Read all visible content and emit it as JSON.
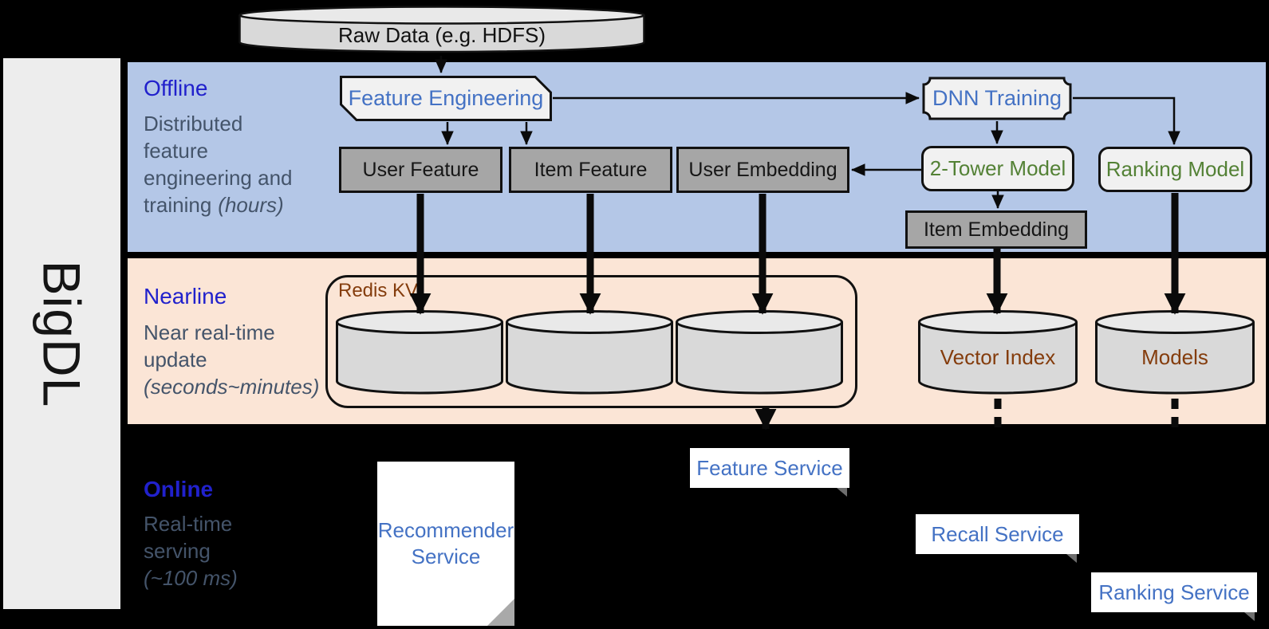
{
  "colors": {
    "offline-band": "#b4c7e7",
    "nearline-band": "#fbe5d6",
    "sidebar-bg": "#ededed",
    "section-title": "#2121cc",
    "band-text": "#44546a",
    "node-blue-text": "#4472c4",
    "node-green-text": "#538135",
    "brown-text": "#843c0c",
    "gray-node-bg": "#a6a6a6",
    "light-node-bg": "#f1f1f1",
    "cylinder-bg": "#d9d9d9",
    "cylinder-top": "#e9e9e9",
    "service-text": "#4472c4"
  },
  "brand": "BigDL",
  "raw_data_label": "Raw Data (e.g. HDFS)",
  "offline": {
    "title": "Offline",
    "desc_lines": [
      "Distributed",
      "feature",
      "engineering and"
    ],
    "desc_last": "training",
    "desc_italic": "(hours)"
  },
  "nearline": {
    "title": "Nearline",
    "desc_lines": [
      "Near real-time",
      "update"
    ],
    "desc_italic": "(seconds~minutes)"
  },
  "online": {
    "title": "Online",
    "desc_lines": [
      "Real-time",
      "serving"
    ],
    "desc_italic": "(~100 ms)"
  },
  "nodes": {
    "feature_engineering": "Feature Engineering",
    "dnn_training": "DNN Training",
    "user_feature": "User Feature",
    "item_feature": "Item Feature",
    "user_embedding": "User Embedding",
    "two_tower_model": "2-Tower Model",
    "ranking_model": "Ranking Model",
    "item_embedding": "Item Embedding",
    "redis_kv": "Redis KV",
    "vector_index": "Vector Index",
    "models": "Models",
    "recommender_service": "Recommender Service",
    "feature_service": "Feature Service",
    "recall_service": "Recall Service",
    "ranking_service": "Ranking Service"
  }
}
